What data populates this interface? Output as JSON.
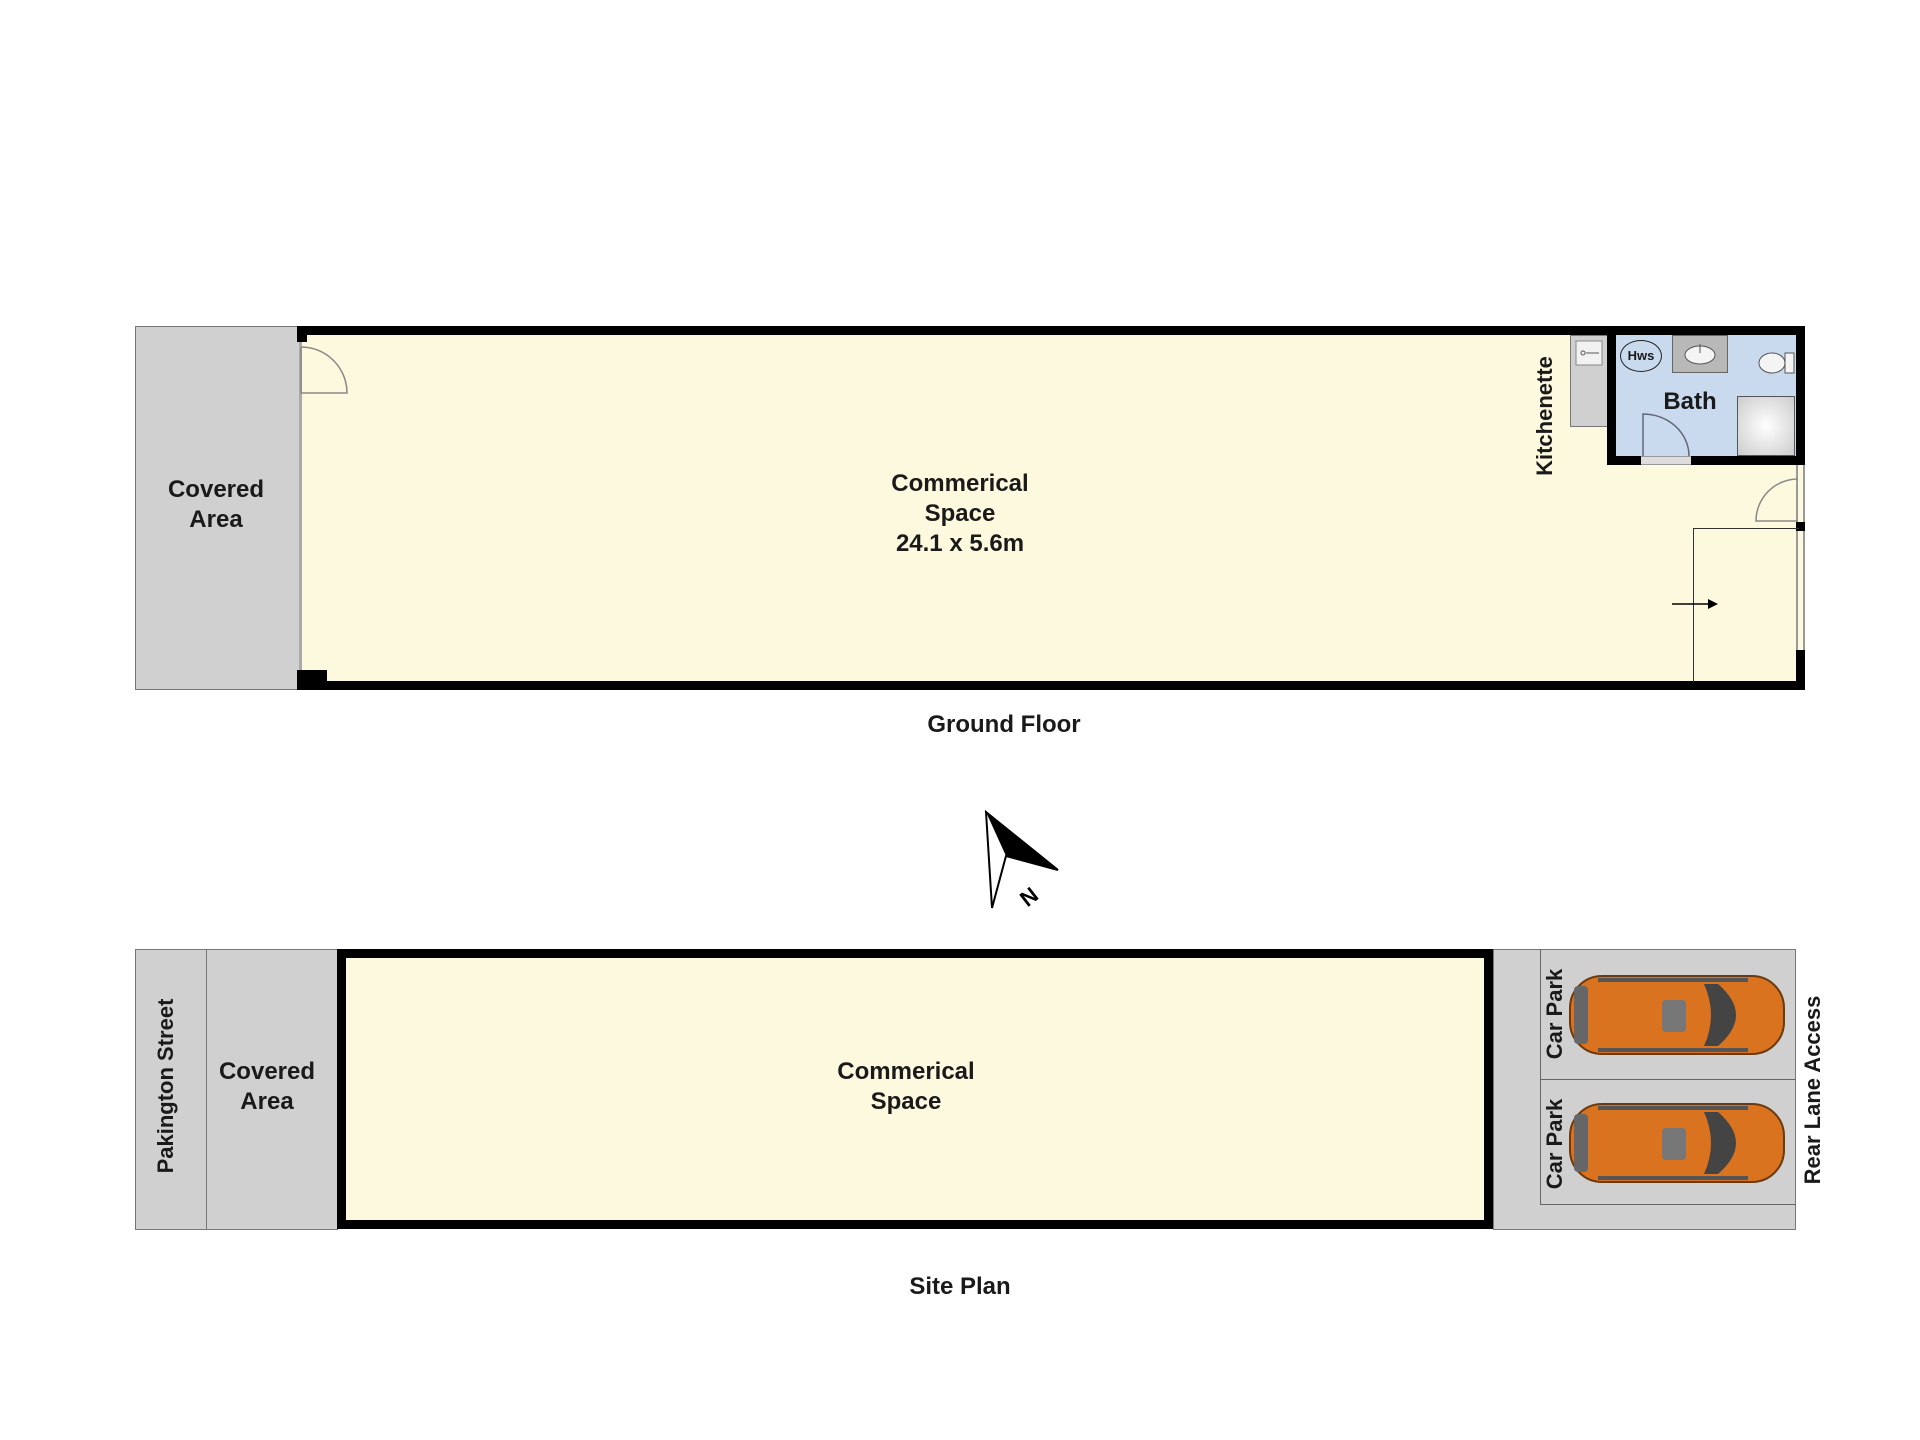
{
  "ground_floor": {
    "title": "Ground Floor",
    "covered_area": [
      "Covered",
      "Area"
    ],
    "commercial_space": [
      "Commerical",
      "Space",
      "24.1 x 5.6m"
    ],
    "kitchenette": "Kitchenette",
    "bath": "Bath",
    "hws": "Hws"
  },
  "north": "N",
  "site_plan": {
    "title": "Site Plan",
    "street": "Pakington Street",
    "covered_area": [
      "Covered",
      "Area"
    ],
    "commercial_space": [
      "Commerical",
      "Space"
    ],
    "car_park_1": "Car Park",
    "car_park_2": "Car Park",
    "rear_lane": "Rear Lane Access"
  },
  "colors": {
    "room": "#fdf9df",
    "bath": "#c9d9ee",
    "external": "#d0d0d0",
    "car": "#d9731f"
  }
}
